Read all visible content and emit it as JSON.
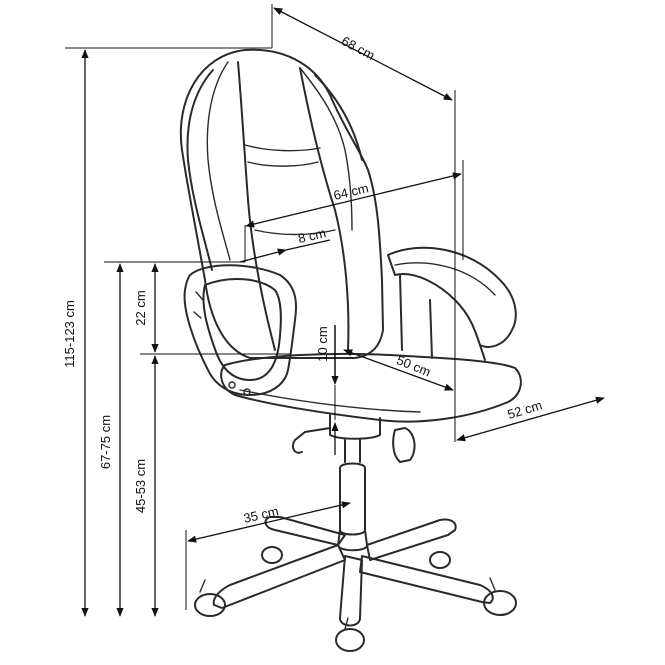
{
  "dimensions": {
    "total_width": "68 cm",
    "seat_width": "64 cm",
    "armrest_width": "8 cm",
    "armrest_height": "22 cm",
    "seat_thickness": "10 cm",
    "seat_depth": "50 cm",
    "total_depth": "52 cm",
    "base_radius": "35 cm",
    "total_height": "115-123 cm",
    "armrest_floor_height": "67-75 cm",
    "seat_floor_height": "45-53 cm"
  }
}
